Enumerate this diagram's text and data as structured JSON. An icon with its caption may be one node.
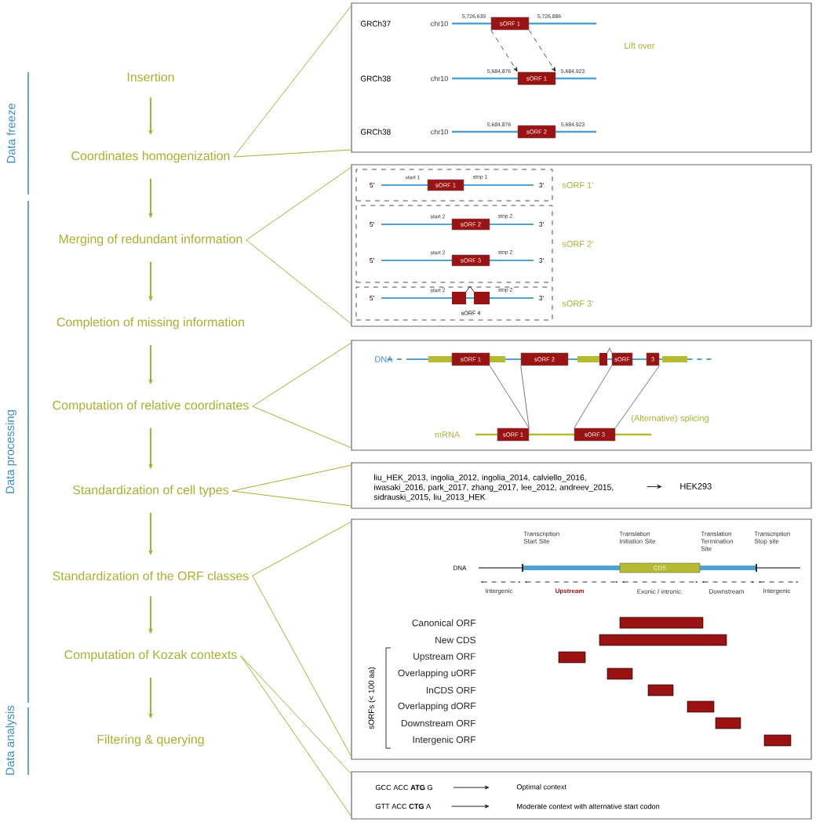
{
  "diagram": {
    "nodes": [
      {
        "text": [
          "Insertion"
        ]
      },
      {
        "text": [
          "Coordinates homogenization"
        ]
      },
      {
        "text": [
          "Merging of redundant information"
        ]
      },
      {
        "text": [
          "Completion of missing information"
        ]
      },
      {
        "text": [
          "Computation of relative coordinates"
        ]
      },
      {
        "text": [
          "Standardization of cell types"
        ]
      },
      {
        "text": [
          "Standardization of the ORF classes"
        ]
      },
      {
        "text": [
          "Computation of Kozak contexts"
        ]
      },
      {
        "text": [
          "Filtering & querying"
        ]
      },
      {
        "text": [],
        "shape": "box"
      },
      {
        "text": [
          "sORF 1"
        ],
        "in": 9
      },
      {
        "text": [
          "sORF 1"
        ],
        "in": 9
      },
      {
        "text": [
          "sORF 2"
        ],
        "in": 9
      },
      {
        "text": [],
        "shape": "box"
      },
      {
        "text": [],
        "shape": "box",
        "in": 13,
        "beside": [
          "sORF 1'"
        ]
      },
      {
        "text": [
          "sORF 1"
        ],
        "in": 14
      },
      {
        "text": [],
        "shape": "box",
        "in": 13,
        "beside": [
          "sORF 2'"
        ]
      },
      {
        "text": [
          "sORF 2"
        ],
        "in": 16
      },
      {
        "text": [
          "sORF 3"
        ],
        "in": 16
      },
      {
        "text": [],
        "shape": "box",
        "in": 13,
        "beside": [
          "sORF 3'"
        ]
      },
      {
        "text": [],
        "shape": "box"
      },
      {
        "text": [
          "sORF 1"
        ],
        "in": 20
      },
      {
        "text": [
          "sORF 2"
        ],
        "in": 20
      },
      {
        "text": [
          "sORF"
        ],
        "in": 20
      },
      {
        "text": [
          "3"
        ],
        "in": 20
      },
      {
        "text": [
          "sORF 1"
        ],
        "in": 20
      },
      {
        "text": [
          "sORF 3"
        ],
        "in": 20
      },
      {
        "text": [],
        "shape": "box"
      },
      {
        "text": [
          "liu_HEK_2013, ingolia_2012, ingolia_2014, calviello_2016, iwasaki_2016, park_2017, zhang_2017, lee_2012, andreev_2015, sidrauski_2015, liu_2013_HEK"
        ],
        "in": 27
      },
      {
        "text": [
          "HEK293"
        ],
        "in": 27
      },
      {
        "text": [],
        "shape": "box"
      },
      {
        "text": [
          "CDS"
        ],
        "in": 30
      },
      {
        "text": [],
        "shape": "box"
      },
      {
        "text": [
          "GCC ACC **ATG** G"
        ],
        "in": 32
      },
      {
        "text": [
          "Optimal context"
        ],
        "in": 32
      },
      {
        "text": [
          "GTT ACC **CTG** A"
        ],
        "in": 32
      },
      {
        "text": [
          "Moderate context with alternative start codon"
        ],
        "in": 32
      }
    ],
    "edges": [
      {
        "from": 0,
        "to": 1,
        "arrow": "to"
      },
      {
        "from": 1,
        "to": 2,
        "arrow": "to"
      },
      {
        "from": 2,
        "to": 3,
        "arrow": "to"
      },
      {
        "from": 3,
        "to": 4,
        "arrow": "to"
      },
      {
        "from": 4,
        "to": 5,
        "arrow": "to"
      },
      {
        "from": 5,
        "to": 6,
        "arrow": "to"
      },
      {
        "from": 6,
        "to": 7,
        "arrow": "to"
      },
      {
        "from": 7,
        "to": 8,
        "arrow": "to"
      },
      {
        "from": 1,
        "to": 9,
        "arrow": "none"
      },
      {
        "from": 2,
        "to": 13,
        "arrow": "none"
      },
      {
        "from": 4,
        "to": 20,
        "arrow": "none"
      },
      {
        "from": 5,
        "to": 27,
        "arrow": "none"
      },
      {
        "from": 6,
        "to": 30,
        "arrow": "none"
      },
      {
        "from": 7,
        "to": 32,
        "arrow": "none"
      },
      {
        "from": 10,
        "to": 11,
        "arrow": "to",
        "style": "dashed",
        "color": "#222222"
      },
      {
        "from": 10,
        "to": 11,
        "arrow": "to",
        "style": "dashed",
        "color": "#222222"
      },
      {
        "from": 21,
        "to": 25,
        "arrow": "none",
        "color": "#777777"
      },
      {
        "from": 22,
        "to": 25,
        "arrow": "none",
        "color": "#777777"
      },
      {
        "from": 23,
        "to": 26,
        "arrow": "none",
        "color": "#777777"
      },
      {
        "from": 24,
        "to": 26,
        "arrow": "none",
        "color": "#777777"
      },
      {
        "from": 28,
        "to": 29,
        "arrow": "to",
        "color": "#222222"
      },
      {
        "from": 33,
        "to": 34,
        "arrow": "to",
        "color": "#222222"
      },
      {
        "from": 35,
        "to": 36,
        "arrow": "to",
        "color": "#222222"
      }
    ],
    "labels": [
      "Data freeze",
      "Data processing",
      "Data analysis",
      "GRCh37",
      "chr10",
      "5,726,639",
      "5,726,886",
      "Lift over",
      "GRCh38",
      "chr10",
      "5,684,876",
      "5,684,923",
      "GRCh38",
      "chr10",
      "5,684,876",
      "5,684,923",
      "5'",
      "start 1",
      "stop 1",
      "3'",
      "5'",
      "start 2",
      "stop 2",
      "3'",
      "5'",
      "start 2",
      "stop 2",
      "3'",
      "5'",
      "start 2",
      "stop 2",
      "3'",
      "sORF 4",
      "DNA",
      "(Alternative) splicing",
      "mRNA",
      "Transcription Start Site",
      "Translation Initiation Site",
      "Translation Termination Site",
      "Transcription Stop site",
      "DNA",
      "Intergenic",
      "Upstream",
      "Exonic / intronic",
      "Downstream",
      "Intergenic",
      "Canonical ORF",
      "New CDS",
      "Upstream ORF",
      "Overlapping uORF",
      "InCDS ORF",
      "Overlapping dORF",
      "Downstream ORF",
      "Intergenic ORF",
      "sORFs (< 100 aa)"
    ]
  }
}
